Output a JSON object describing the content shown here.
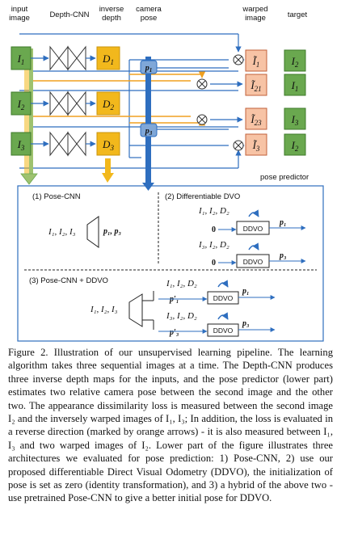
{
  "header": {
    "input_image": [
      "input",
      "image"
    ],
    "depth_cnn": "Depth-CNN",
    "inverse_depth": [
      "inverse",
      "depth"
    ],
    "camera_pose": [
      "camera",
      "pose"
    ],
    "warped_image": [
      "warped",
      "image"
    ],
    "target": "target"
  },
  "inputs": [
    "I",
    "I",
    "I"
  ],
  "input_subs": [
    "1",
    "2",
    "3"
  ],
  "depths": [
    "D",
    "D",
    "D"
  ],
  "depth_subs": [
    "1",
    "2",
    "3"
  ],
  "poses": [
    "p",
    "p"
  ],
  "pose_subs": [
    "1",
    "3"
  ],
  "warped": [
    {
      "main": "Ĩ",
      "sub": "1"
    },
    {
      "main": "Ĩ",
      "sub": "21"
    },
    {
      "main": "Ĩ",
      "sub": "23"
    },
    {
      "main": "Ĩ",
      "sub": "3"
    }
  ],
  "targets": [
    {
      "main": "I",
      "sub": "2"
    },
    {
      "main": "I",
      "sub": "1"
    },
    {
      "main": "I",
      "sub": "3"
    },
    {
      "main": "I",
      "sub": "2"
    }
  ],
  "pose_predictor": "pose predictor",
  "panels": {
    "pose_cnn_title": "(1) Pose-CNN",
    "pose_cnn_input": "I₁, I₂, I₃",
    "pose_cnn_output": "p₁, p₃",
    "ddvo_title": "(2) Differentiable DVO",
    "ddvo_row1_input": "I₁, I₂, D₂",
    "ddvo_row1_zero": "0",
    "ddvo_row1_out": "p₁",
    "ddvo_row2_input": "I₃, I₂, D₂",
    "ddvo_row2_zero": "0",
    "ddvo_row2_out": "p₃",
    "ddvo_label": "DDVO",
    "hybrid_title": "(3) Pose-CNN + DDVO",
    "hybrid_input": "I₁, I₂, I₃",
    "hybrid_row1_input": "I₁, I₂, D₂",
    "hybrid_row1_init": "p′₁",
    "hybrid_row1_out": "p₁",
    "hybrid_row2_input": "I₃, I₂, D₂",
    "hybrid_row2_init": "p′₃",
    "hybrid_row2_out": "p₃"
  },
  "caption": "Figure 2. Illustration of our unsupervised learning pipeline. The learning algorithm takes three sequential images at a time. The Depth-CNN produces three inverse depth maps for the inputs, and the pose predictor (lower part) estimates two relative camera pose between the second image and the other two. The appearance dissimilarity loss is measured between the second image I₂ and the inversely warped images of I₁, I₃; In addition, the loss is evaluated in a reverse direction (marked by orange arrows) - it is also measured between I₁, I₃ and two warped images of I₂. Lower part of the figure illustrates three architectures we evaluated for pose prediction: 1) Pose-CNN, 2) use our proposed differentiable Direct Visual Odometry (DDVO), the initialization of pose is set as zero (identity transformation), and 3) a hybrid of the above two - use pretrained Pose-CNN to give a better initial pose for DDVO.",
  "colors": {
    "green": "#6aa84f",
    "orange": "#f2b81c",
    "salmon": "#f7c3a5",
    "blue": "#2e6ebf",
    "arrow_orange": "#f0a020"
  }
}
